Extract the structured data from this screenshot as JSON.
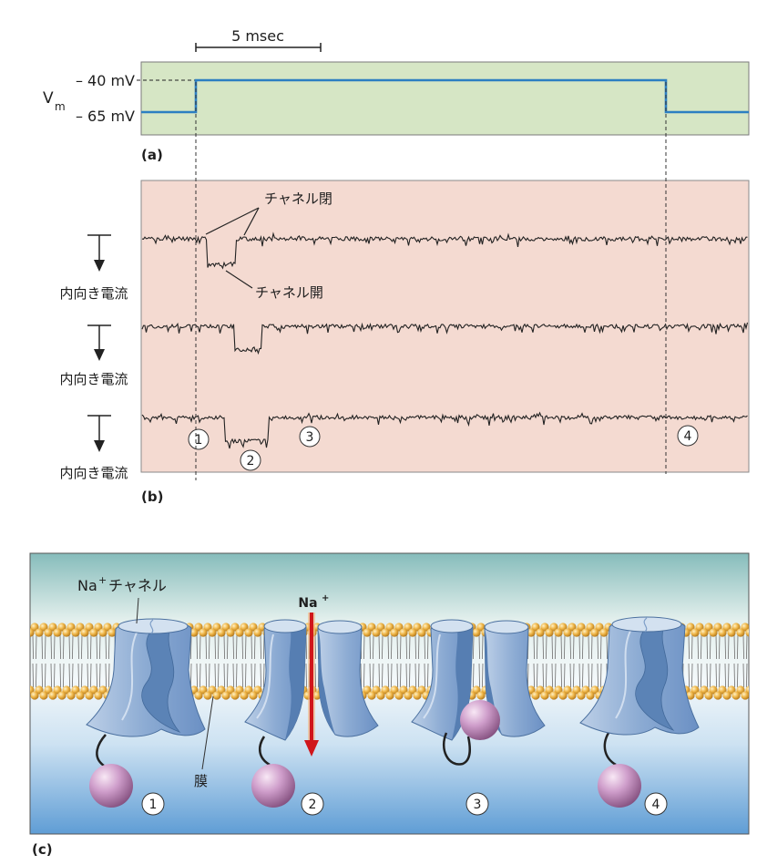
{
  "panel_a": {
    "label": "(a)",
    "scale_bar": "5 msec",
    "vm_label": "V",
    "vm_subscript": "m",
    "level_high": "– 40 mV",
    "level_low": "– 65 mV"
  },
  "panel_b": {
    "label": "(b)",
    "closed_label": "チャネル閉",
    "open_label": "チャネル開",
    "current_labels": [
      "内向き電流",
      "内向き電流",
      "内向き電流"
    ],
    "markers": [
      "1",
      "2",
      "3",
      "4"
    ]
  },
  "panel_c": {
    "label": "(c)",
    "channel_label": {
      "name": "Na",
      "sup": "+",
      "suffix": "チャネル"
    },
    "ion": {
      "name": "Na",
      "sup": "+"
    },
    "membrane_label": "膜",
    "markers": [
      "1",
      "2",
      "3",
      "4"
    ]
  },
  "colors": {
    "voltage_trace": "#2c7fc2",
    "panel_a_bg": "#d6e6c5",
    "panel_b_bg": "#f4dad1",
    "na_flux": "#d0161b"
  }
}
